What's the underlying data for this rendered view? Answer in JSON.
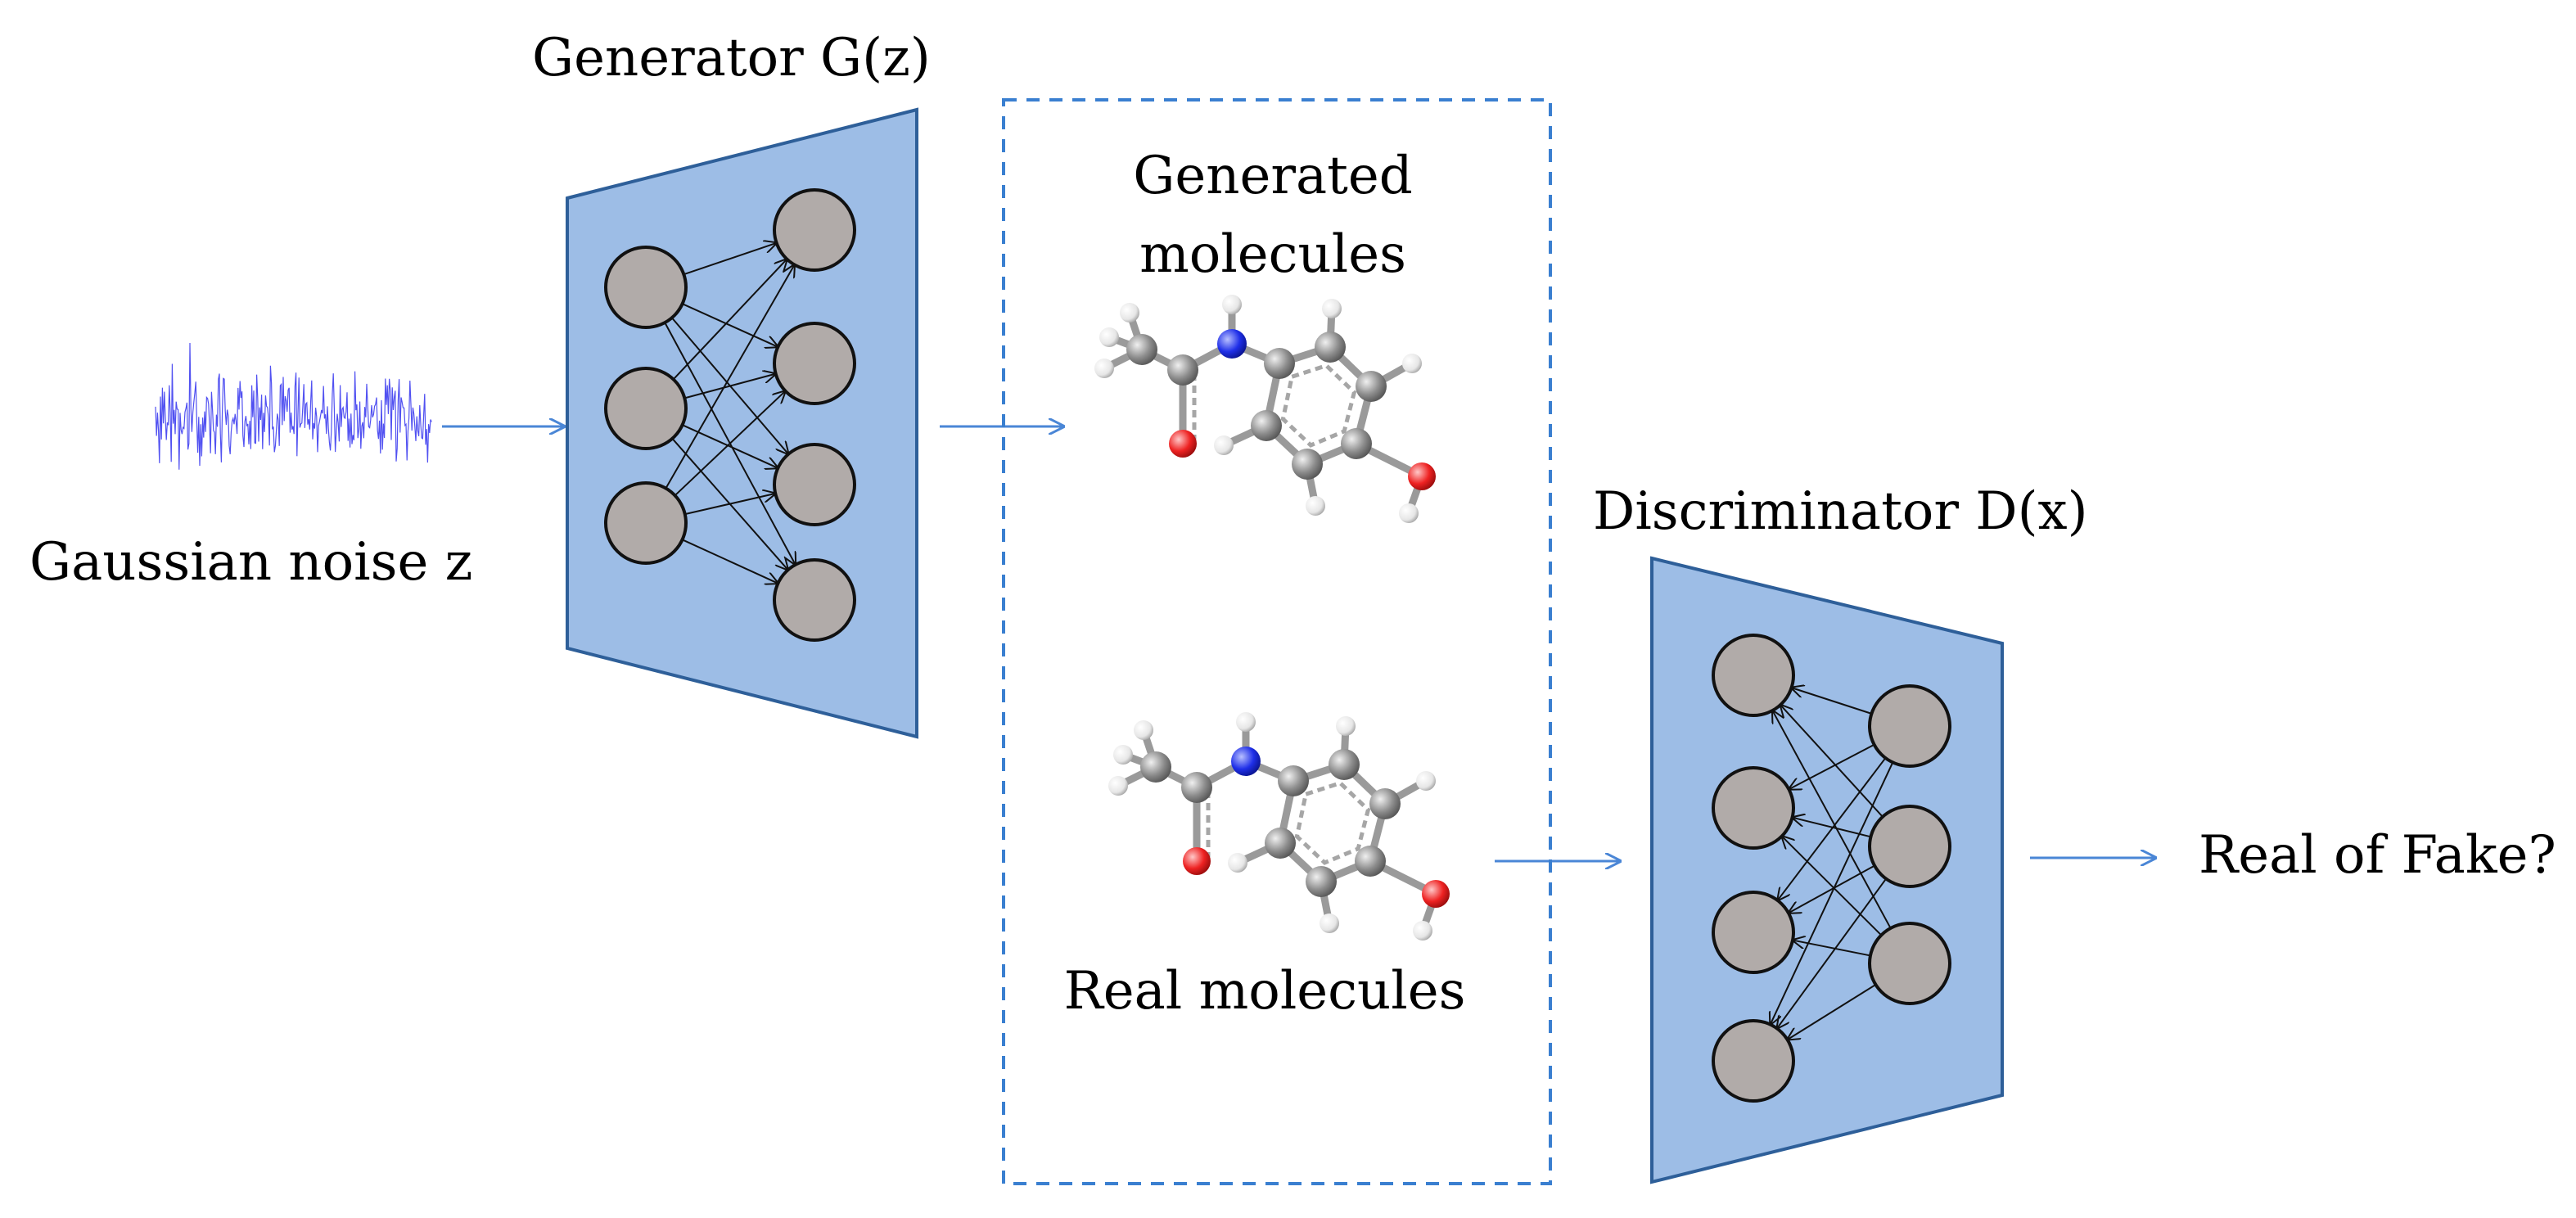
{
  "labels": {
    "generator": "Generator G(z)",
    "noise": "Gaussian noise z",
    "generated_line1": "Generated",
    "generated_line2": "molecules",
    "real": "Real molecules",
    "discriminator": "Discriminator D(x)",
    "output": "Real of Fake?"
  },
  "colors": {
    "trapezoid_fill": "#9dbde6",
    "trapezoid_stroke": "#2e5f99",
    "node_fill": "#b1aba9",
    "arrow": "#4a86d6",
    "noise": "#3333ee",
    "dashed_box": "#3a7fd0",
    "atom_carbon": "#8c8c8c",
    "atom_nitrogen": "#1f2fe8",
    "atom_oxygen": "#ee2222",
    "atom_hydrogen": "#e6e6e6"
  },
  "generator_network": {
    "input_nodes": 3,
    "output_nodes": 4
  },
  "discriminator_network": {
    "input_nodes": 4,
    "output_nodes": 3
  },
  "molecule": {
    "atoms": [
      "C",
      "C",
      "O",
      "N",
      "C",
      "C",
      "C",
      "C",
      "C",
      "C",
      "O",
      "H"
    ]
  }
}
